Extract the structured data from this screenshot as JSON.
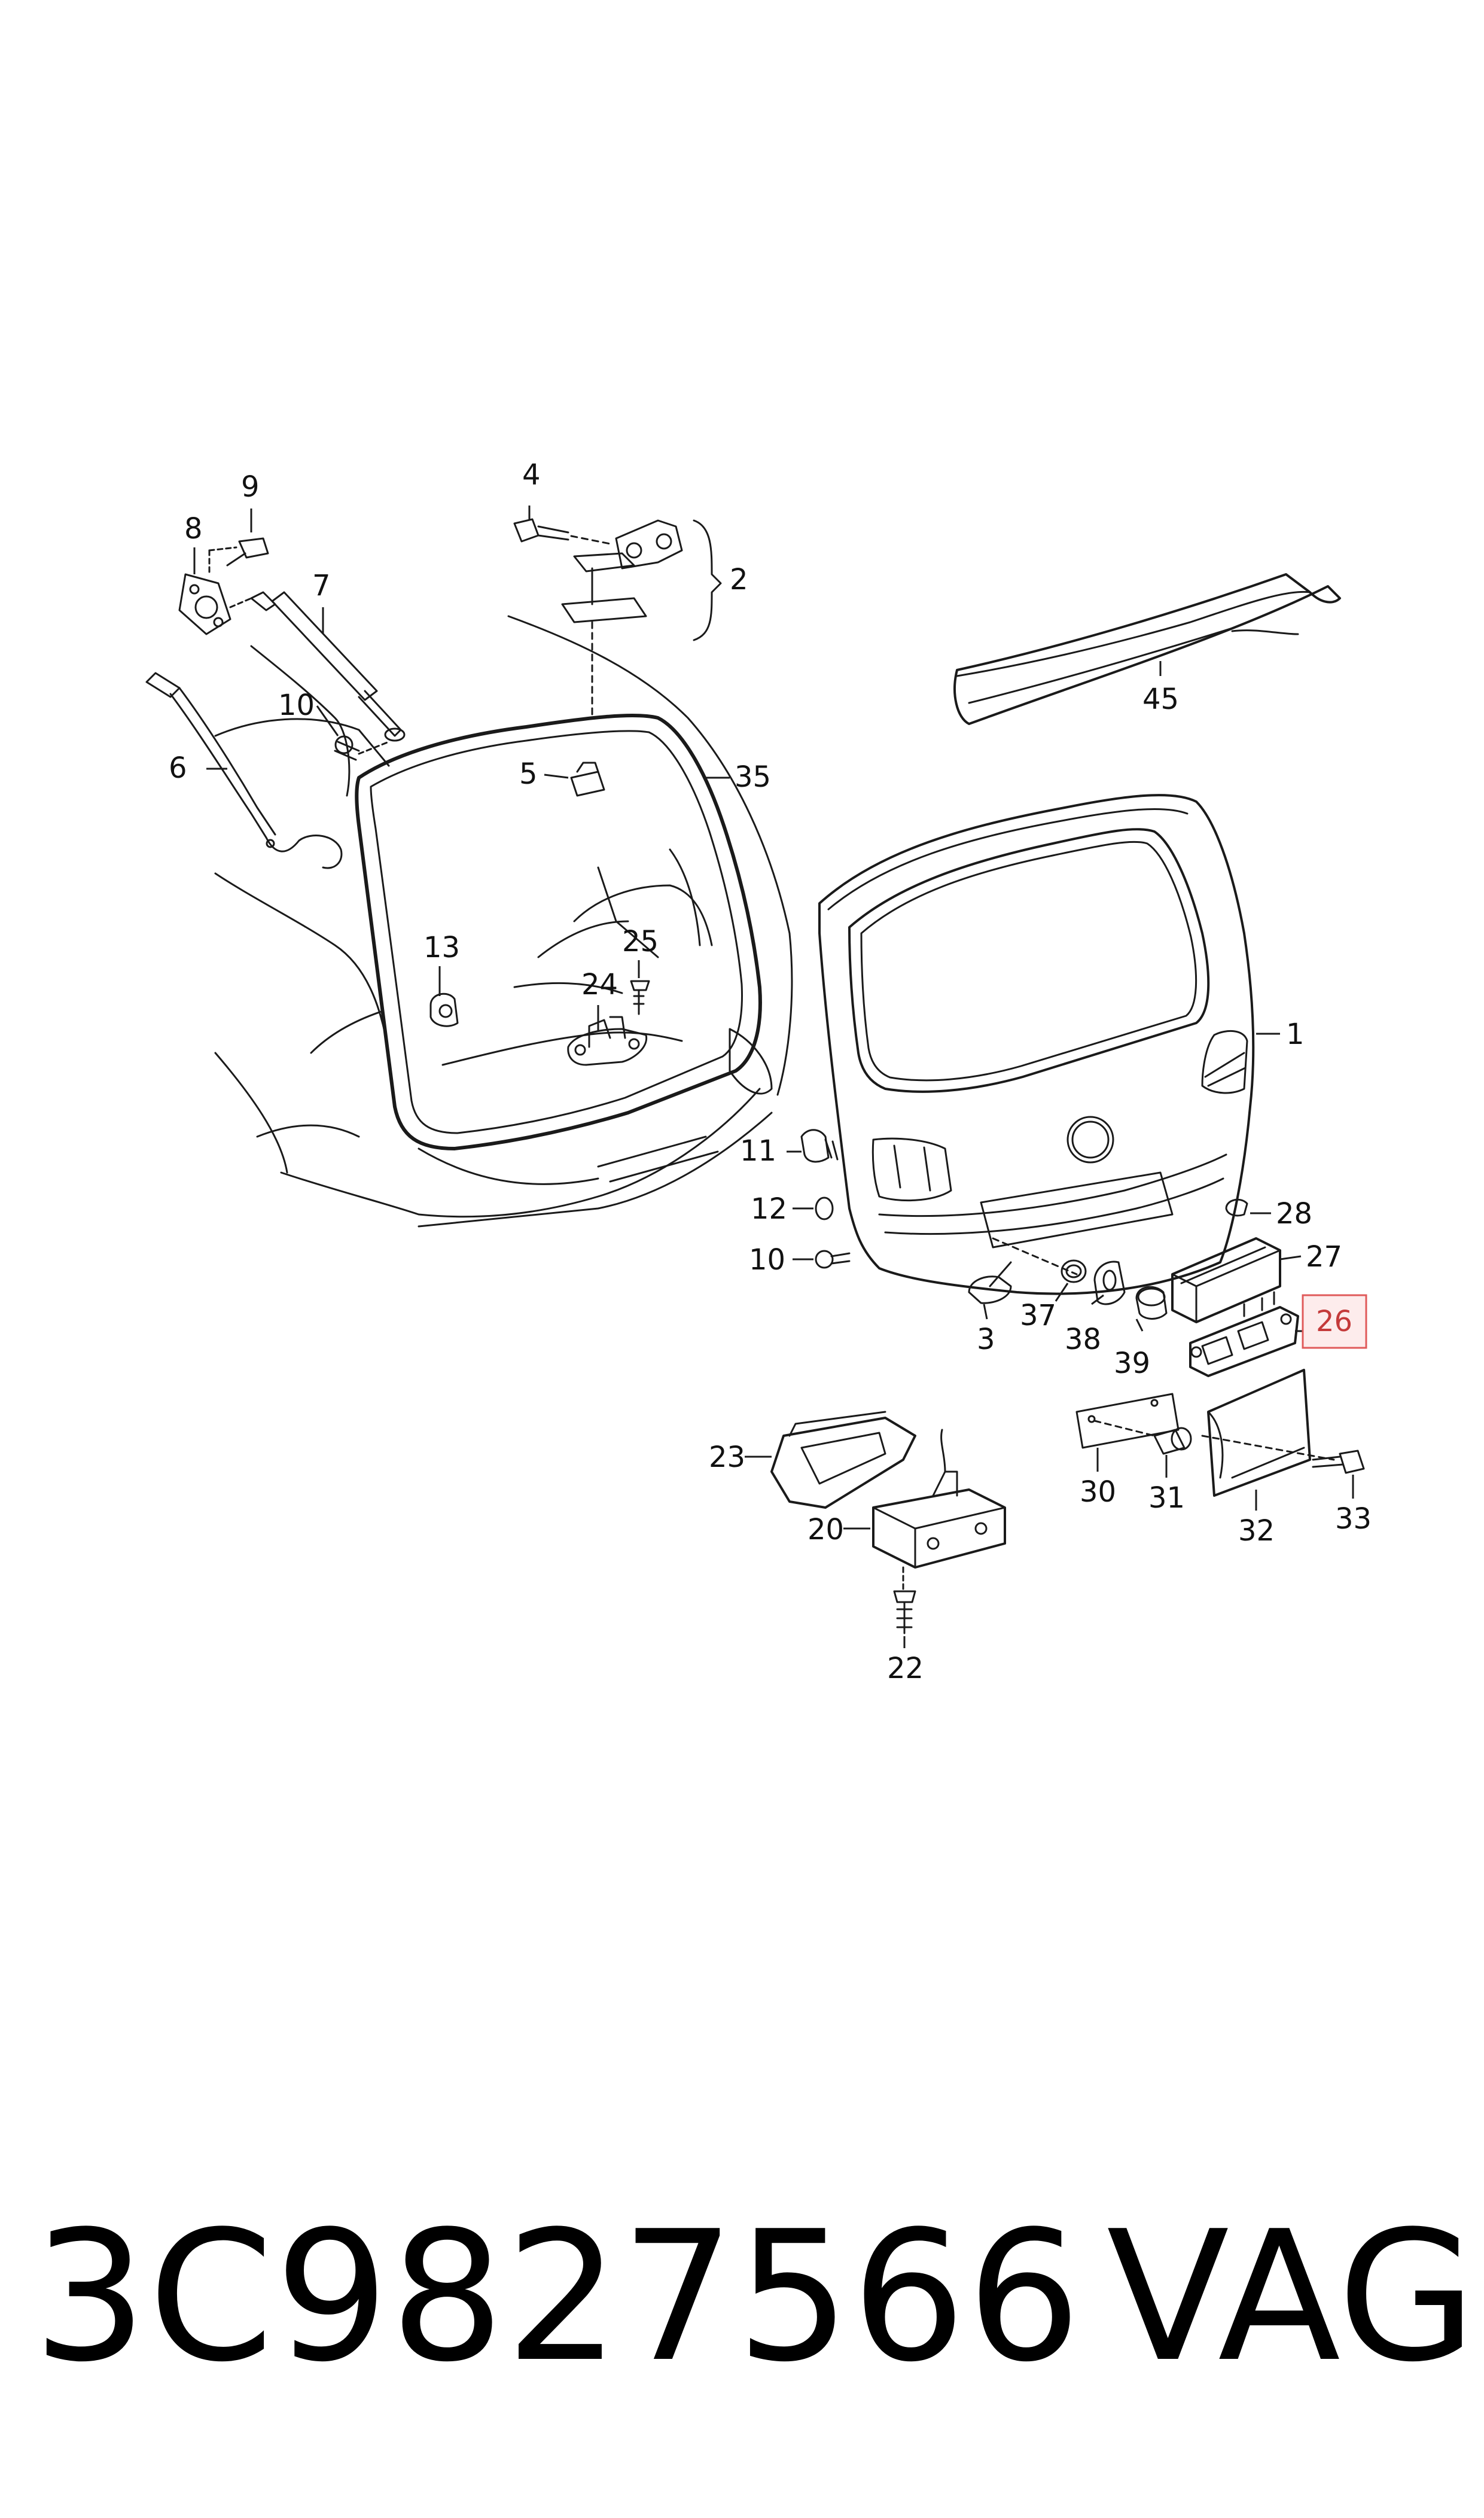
{
  "diagram": {
    "callouts": {
      "c1": "1",
      "c2": "2",
      "c3": "3",
      "c4": "4",
      "c5": "5",
      "c6": "6",
      "c7": "7",
      "c8": "8",
      "c9": "9",
      "c10a": "10",
      "c10b": "10",
      "c11": "11",
      "c12": "12",
      "c13": "13",
      "c20": "20",
      "c22": "22",
      "c23": "23",
      "c24": "24",
      "c25": "25",
      "c26": "26",
      "c27": "27",
      "c28": "28",
      "c30": "30",
      "c31": "31",
      "c32": "32",
      "c33": "33",
      "c35": "35",
      "c37": "37",
      "c38": "38",
      "c39": "39",
      "c45": "45"
    },
    "highlight_color": "#e05a5a",
    "highlight_fill": "#fdecec"
  },
  "footer": {
    "part_number": "3C9827566",
    "brand": "VAG"
  }
}
